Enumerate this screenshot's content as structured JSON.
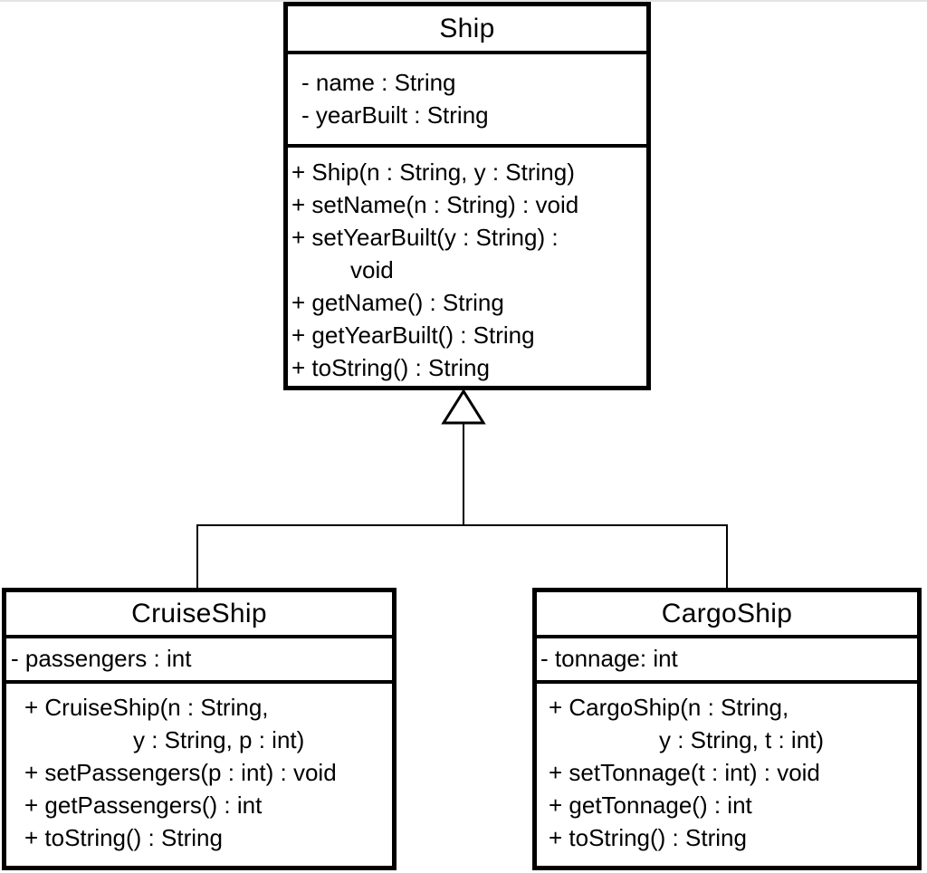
{
  "diagram": {
    "type": "uml-class-diagram",
    "background_color": "#ffffff",
    "line_color": "#000000",
    "classes": [
      {
        "name": "Ship",
        "attributes": [
          "- name : String",
          "- yearBuilt : String"
        ],
        "methods": [
          "+ Ship(n : String, y : String)",
          "+ setName(n : String) : void",
          "+ setYearBuilt(y : String) :",
          "void",
          "+ getName() : String",
          "+ getYearBuilt() : String",
          "+ toString() : String"
        ]
      },
      {
        "name": "CruiseShip",
        "attributes": [
          "- passengers : int"
        ],
        "methods": [
          "+ CruiseShip(n : String,",
          "y : String, p : int)",
          "+ setPassengers(p : int) : void",
          "+ getPassengers() : int",
          "+ toString() : String"
        ]
      },
      {
        "name": "CargoShip",
        "attributes": [
          "- tonnage: int"
        ],
        "methods": [
          "+ CargoShip(n : String,",
          "y : String, t : int)",
          "+ setTonnage(t : int) : void",
          "+ getTonnage() : int",
          "+ toString() : String"
        ]
      }
    ],
    "relationships": [
      {
        "type": "inheritance",
        "from": "CruiseShip",
        "to": "Ship"
      },
      {
        "type": "inheritance",
        "from": "CargoShip",
        "to": "Ship"
      }
    ]
  }
}
